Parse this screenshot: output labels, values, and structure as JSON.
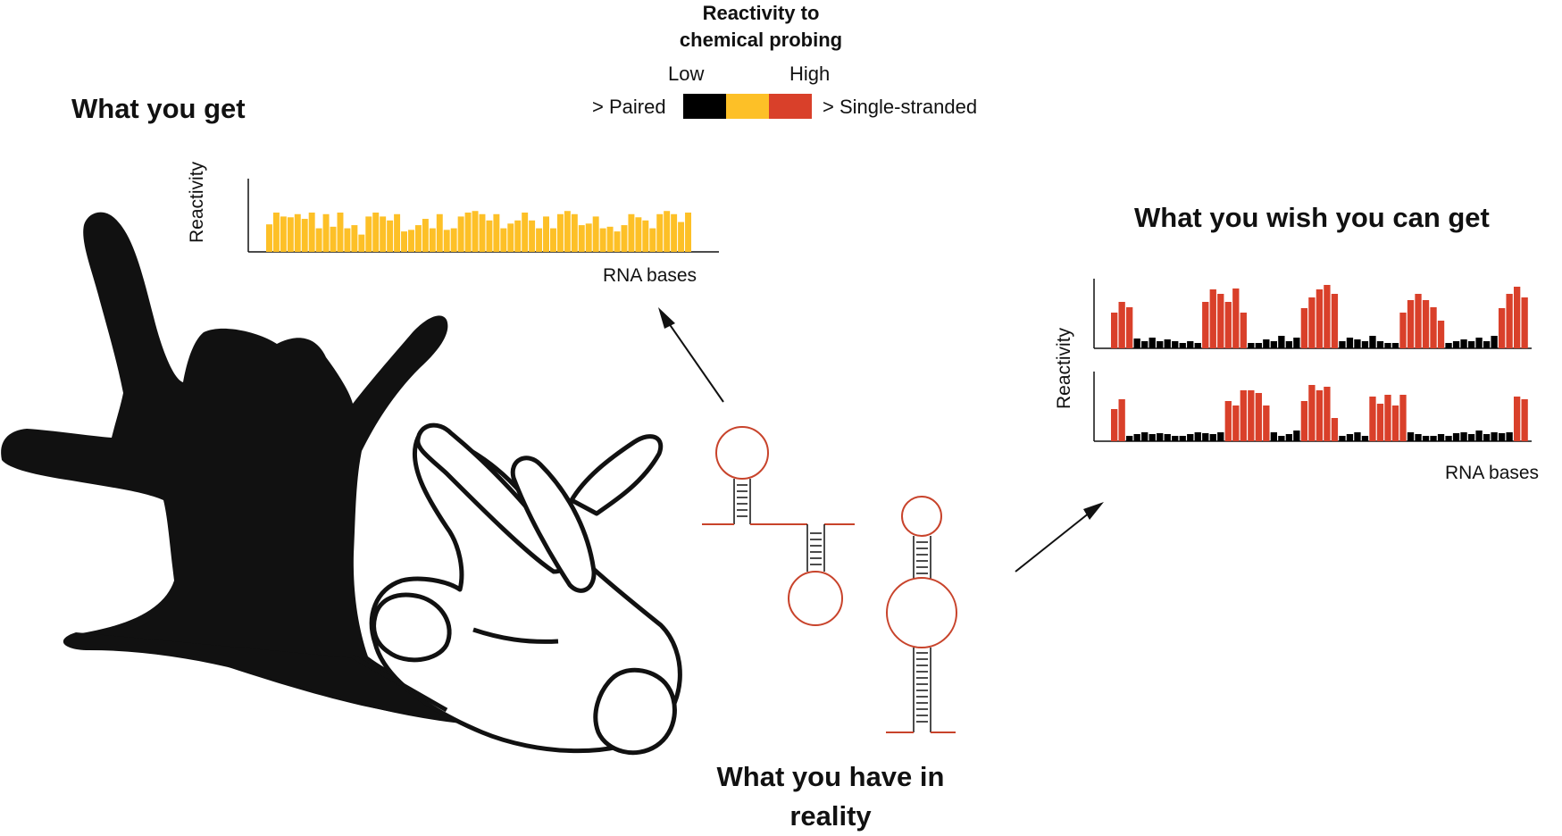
{
  "legend": {
    "title": "Reactivity to chemical probing",
    "low_label": "Low",
    "high_label": "High",
    "left_label": "> Paired",
    "right_label": "> Single-stranded",
    "colors": [
      "#000000",
      "#FDC027",
      "#D9402A"
    ]
  },
  "headings": {
    "what_you_get": "What you get",
    "what_you_wish": "What you wish you can get",
    "what_you_have": "What you have in reality"
  },
  "colors": {
    "flat": "#FDC027",
    "high": "#D9402A",
    "low": "#000000",
    "rna": "#C8432B"
  },
  "chart_data": [
    {
      "type": "bar",
      "ylabel": "Reactivity",
      "xlabel": "RNA bases",
      "values": [
        0.35,
        0.5,
        0.45,
        0.44,
        0.48,
        0.42,
        0.5,
        0.3,
        0.48,
        0.32,
        0.5,
        0.3,
        0.34,
        0.22,
        0.45,
        0.5,
        0.45,
        0.4,
        0.48,
        0.26,
        0.28,
        0.34,
        0.42,
        0.3,
        0.48,
        0.28,
        0.3,
        0.45,
        0.5,
        0.52,
        0.48,
        0.4,
        0.48,
        0.3,
        0.36,
        0.4,
        0.5,
        0.4,
        0.3,
        0.45,
        0.3,
        0.48,
        0.52,
        0.48,
        0.34,
        0.36,
        0.45,
        0.3,
        0.32,
        0.26,
        0.34,
        0.48,
        0.44,
        0.4,
        0.3,
        0.48,
        0.52,
        0.48,
        0.38,
        0.5
      ]
    },
    {
      "type": "bar",
      "ylabel": "Reactivity",
      "xlabel": "RNA bases",
      "series": [
        {
          "values": [
            0.4,
            0.52,
            0.46,
            0.11,
            0.08,
            0.12,
            0.08,
            0.1,
            0.08,
            0.06,
            0.08,
            0.06,
            0.52,
            0.66,
            0.61,
            0.52,
            0.67,
            0.4,
            0.06,
            0.06,
            0.1,
            0.08,
            0.14,
            0.08,
            0.12,
            0.45,
            0.57,
            0.66,
            0.71,
            0.61,
            0.08,
            0.12,
            0.1,
            0.08,
            0.14,
            0.08,
            0.06,
            0.06,
            0.4,
            0.54,
            0.61,
            0.54,
            0.46,
            0.31,
            0.06,
            0.08,
            0.1,
            0.08,
            0.12,
            0.08,
            0.14,
            0.45,
            0.61,
            0.69,
            0.57
          ],
          "levels": [
            "high",
            "high",
            "high",
            "low",
            "low",
            "low",
            "low",
            "low",
            "low",
            "low",
            "low",
            "low",
            "high",
            "high",
            "high",
            "high",
            "high",
            "high",
            "low",
            "low",
            "low",
            "low",
            "low",
            "low",
            "low",
            "high",
            "high",
            "high",
            "high",
            "high",
            "low",
            "low",
            "low",
            "low",
            "low",
            "low",
            "low",
            "low",
            "high",
            "high",
            "high",
            "high",
            "high",
            "high",
            "low",
            "low",
            "low",
            "low",
            "low",
            "low",
            "low",
            "high",
            "high",
            "high",
            "high"
          ]
        },
        {
          "values": [
            0.36,
            0.47,
            0.06,
            0.08,
            0.1,
            0.08,
            0.09,
            0.08,
            0.06,
            0.06,
            0.08,
            0.1,
            0.09,
            0.08,
            0.1,
            0.45,
            0.4,
            0.57,
            0.57,
            0.54,
            0.4,
            0.1,
            0.06,
            0.08,
            0.12,
            0.45,
            0.63,
            0.57,
            0.61,
            0.26,
            0.06,
            0.08,
            0.1,
            0.06,
            0.5,
            0.42,
            0.52,
            0.4,
            0.52,
            0.1,
            0.08,
            0.06,
            0.06,
            0.08,
            0.06,
            0.09,
            0.1,
            0.08,
            0.12,
            0.08,
            0.1,
            0.09,
            0.1,
            0.5,
            0.47
          ],
          "levels": [
            "high",
            "high",
            "low",
            "low",
            "low",
            "low",
            "low",
            "low",
            "low",
            "low",
            "low",
            "low",
            "low",
            "low",
            "low",
            "high",
            "high",
            "high",
            "high",
            "high",
            "high",
            "low",
            "low",
            "low",
            "low",
            "high",
            "high",
            "high",
            "high",
            "high",
            "low",
            "low",
            "low",
            "low",
            "high",
            "high",
            "high",
            "high",
            "high",
            "low",
            "low",
            "low",
            "low",
            "low",
            "low",
            "low",
            "low",
            "low",
            "low",
            "low",
            "low",
            "low",
            "low",
            "high",
            "high"
          ]
        }
      ]
    }
  ]
}
